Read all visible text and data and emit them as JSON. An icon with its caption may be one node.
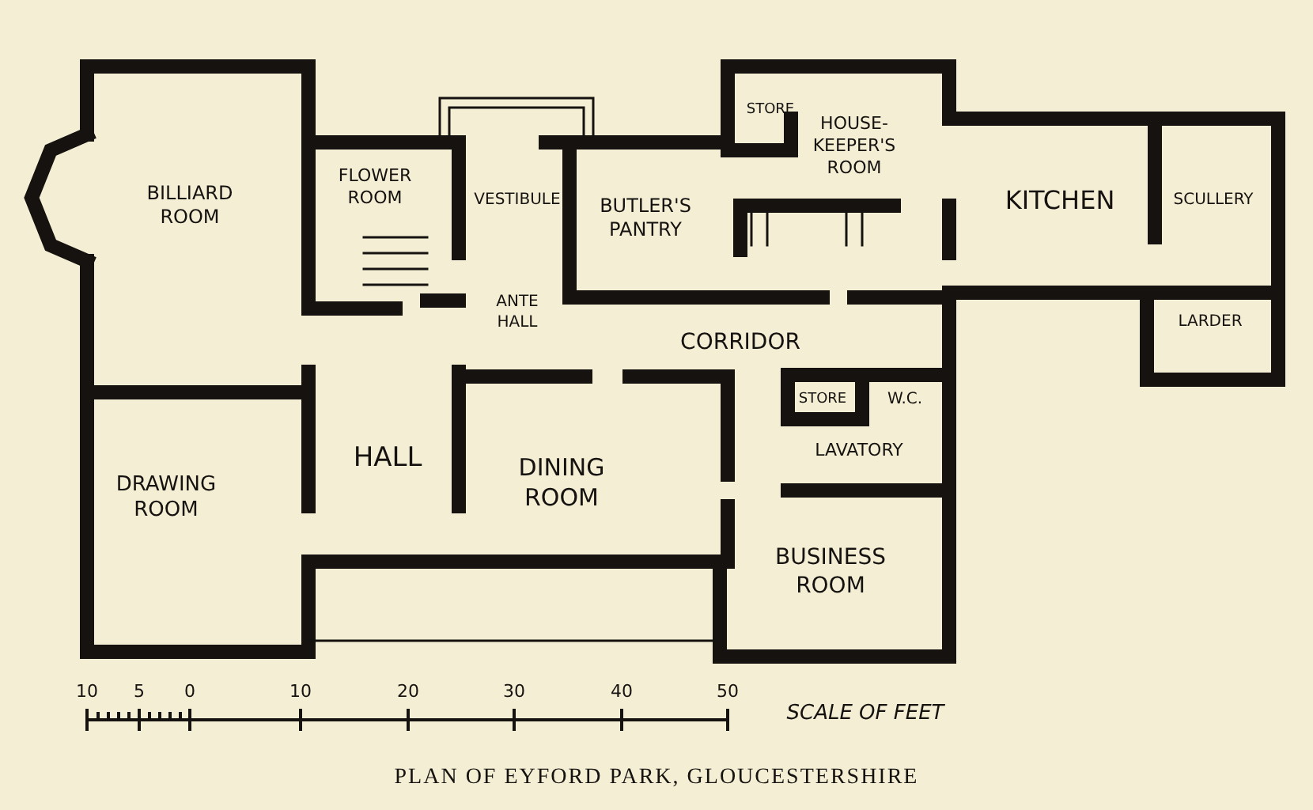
{
  "diagram": {
    "caption": "PLAN OF EYFORD PARK, GLOUCESTERSHIRE",
    "nodes": [
      {
        "text": [
          "BILLIARD ROOM"
        ]
      },
      {
        "text": [
          "FLOWER ROOM"
        ]
      },
      {
        "text": [
          "VESTIBULE"
        ]
      },
      {
        "text": [
          "BUTLER'S PANTRY"
        ]
      },
      {
        "text": [
          "STORE"
        ]
      },
      {
        "text": [
          "HOUSE-KEEPER'S ROOM"
        ]
      },
      {
        "text": [
          "KITCHEN"
        ]
      },
      {
        "text": [
          "SCULLERY"
        ]
      },
      {
        "text": [
          "ANTE HALL"
        ]
      },
      {
        "text": [
          "CORRIDOR"
        ]
      },
      {
        "text": [
          "LARDER"
        ]
      },
      {
        "text": [
          "STORE"
        ]
      },
      {
        "text": [
          "W.C."
        ]
      },
      {
        "text": [
          "DRAWING ROOM"
        ]
      },
      {
        "text": [
          "HALL"
        ]
      },
      {
        "text": [
          "DINING ROOM"
        ]
      },
      {
        "text": [
          "LAVATORY"
        ]
      },
      {
        "text": [
          "BUSINESS ROOM"
        ]
      }
    ],
    "labels": [
      "10",
      "5",
      "0",
      "10",
      "20",
      "30",
      "40",
      "50",
      "SCALE OF FEET"
    ]
  }
}
